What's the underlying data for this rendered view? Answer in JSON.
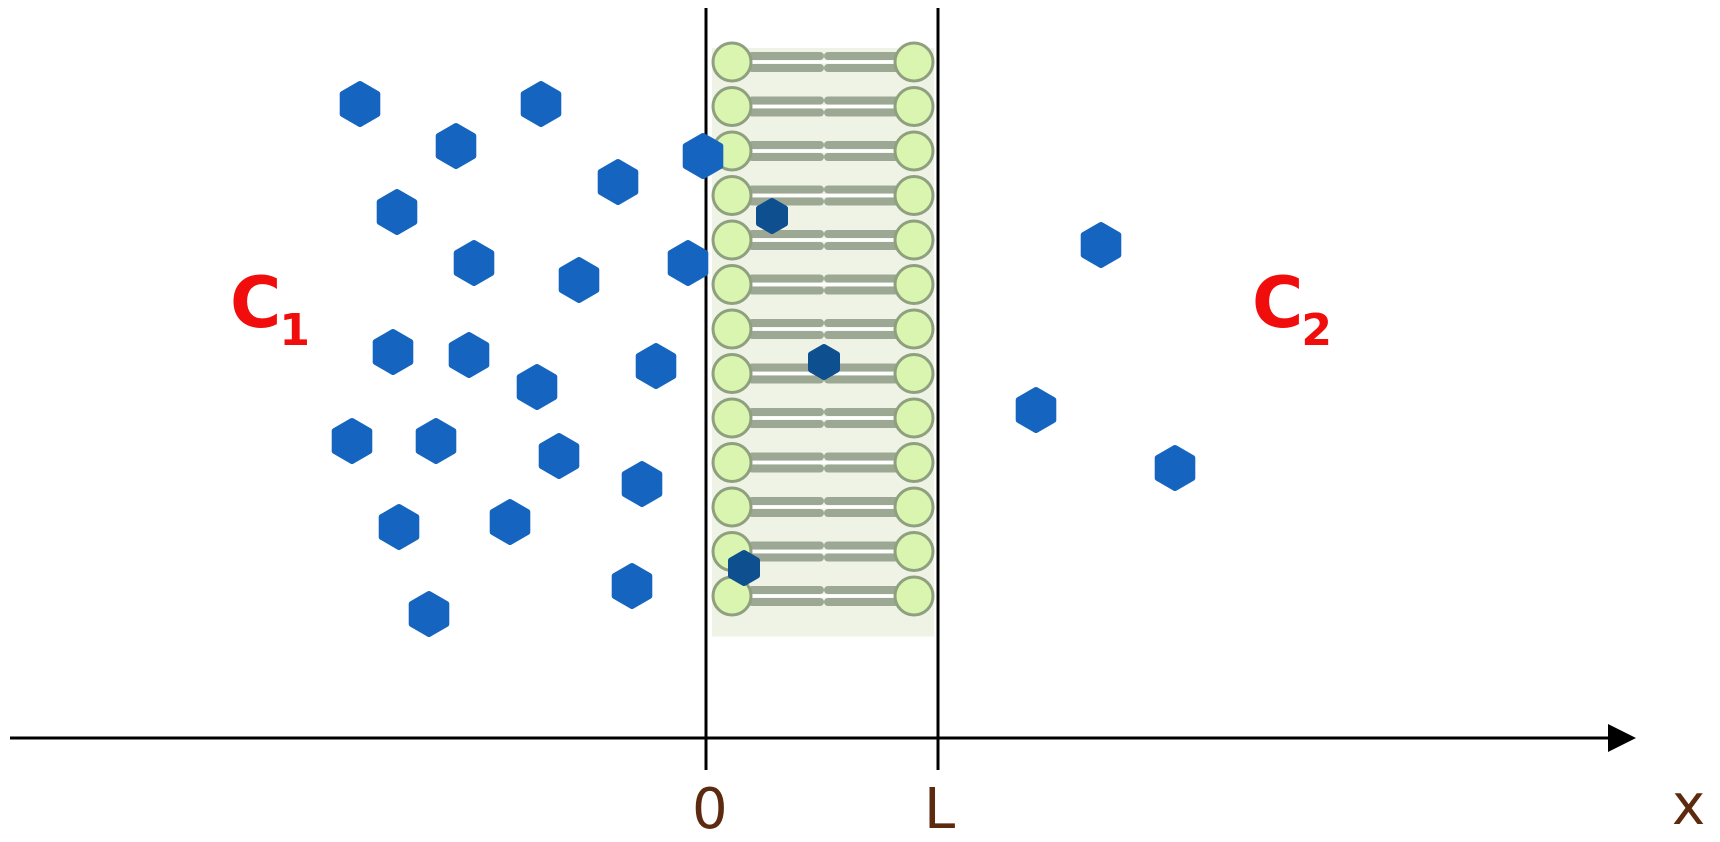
{
  "labels": {
    "c1_letter": "C",
    "c1_subscript": "1",
    "c2_letter": "C",
    "c2_subscript": "2"
  },
  "axis": {
    "origin_label": "0",
    "thickness_label": "L",
    "variable_label": "x"
  },
  "colors": {
    "molecule": "#1565c0",
    "molecule_dark": "#0e4f8f",
    "concentration_label": "#f20d0d",
    "axis_text": "#5c2a0e",
    "lipid_head": "#d9f5b0",
    "lipid_tail": "#8d9a84",
    "line": "#000000"
  }
}
